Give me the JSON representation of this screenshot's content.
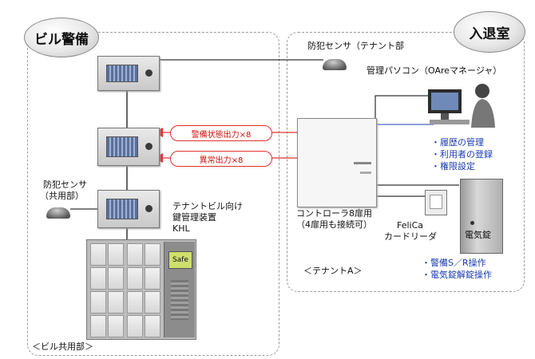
{
  "badges": {
    "building_security": "ビル警備",
    "entry_exit": "入退室"
  },
  "signals": {
    "security_status": "警備状態出力×8",
    "abnormal": "異常出力×8"
  },
  "labels": {
    "tenant_sensor": "防犯センサ（テナント部",
    "pc": "管理パソコン（OAreマネージャ）",
    "pc_functions": [
      "・履歴の管理",
      "・利用者の登録",
      "・権限設定"
    ],
    "common_sensor_1": "防犯センサ",
    "common_sensor_2": "（共用部）",
    "khl_1": "テナントビル向け",
    "khl_2": "鍵管理装置",
    "khl_3": "KHL",
    "controller_1": "コントローラ8扉用",
    "controller_2": "（4扉用も接続可）",
    "reader_1": "FeliCa",
    "reader_2": "カードリーダ",
    "lock": "電気錠",
    "ops": [
      "・警備S／R操作",
      "・電気錠解錠操作"
    ],
    "tenant_a": "＜テナントA＞",
    "common_area": "＜ビル共用部＞"
  },
  "khl_screen_text": "Safe"
}
